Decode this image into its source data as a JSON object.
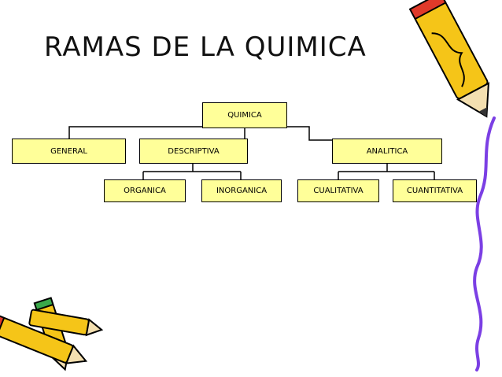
{
  "title": "RAMAS DE LA QUIMICA",
  "colors": {
    "node_fill": "#ffff99",
    "node_border": "#000000",
    "connector": "#000000",
    "pencil_body": "#f5c518",
    "pencil_accent": "#e03a2a",
    "squiggle": "#7b3fe4"
  },
  "icons": [
    "pencil-icon",
    "pencil-icon",
    "pencil-icon",
    "squiggle-decoration"
  ],
  "tree": {
    "root": "QUIMICA",
    "level1": [
      "GENERAL",
      "DESCRIPTIVA",
      "ANALITICA"
    ],
    "descriptiva_children": [
      "ORGANICA",
      "INORGANICA"
    ],
    "analitica_children": [
      "CUALITATIVA",
      "CUANTITATIVA"
    ]
  }
}
